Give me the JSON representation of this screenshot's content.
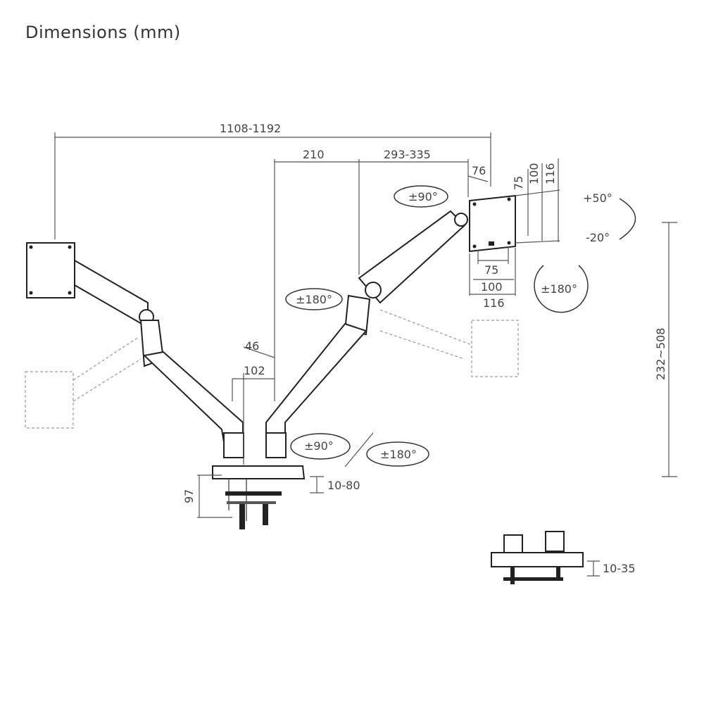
{
  "title": "Dimensions (mm)",
  "dimensions": {
    "total_width": "1108-1192",
    "pole_to_joint": "210",
    "joint_to_vesa": "293-335",
    "tilt_offset": "76",
    "vesa_v_75": "75",
    "vesa_v_100": "100",
    "vesa_v_116": "116",
    "vesa_h_75": "75",
    "vesa_h_100": "100",
    "vesa_h_116": "116",
    "height_range": "232~508",
    "offset_46": "46",
    "base_102": "102",
    "clamp_height": "97",
    "clamp_desk": "10-80",
    "grommet_desk": "10-35"
  },
  "rotations": {
    "tilt_up": "+50°",
    "tilt_down": "-20°",
    "swivel_head": "±90°",
    "arm_rotate": "±180°",
    "rotate_screen": "±180°",
    "base_swivel": "±90°",
    "base_rotate": "±180°"
  },
  "colors": {
    "line": "#222222",
    "text": "#444444"
  }
}
